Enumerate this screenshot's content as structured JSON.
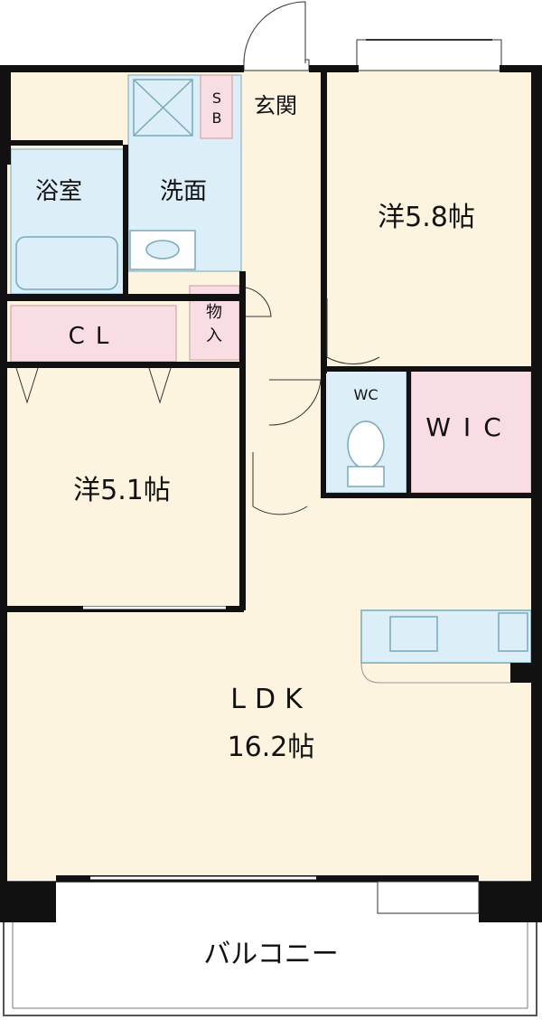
{
  "rooms": {
    "bath": "浴室",
    "washroom": "洗面",
    "shoebox": "SB",
    "entrance": "玄関",
    "western_room_1": "洋5.8帖",
    "closet": "CL",
    "storage": "物入",
    "toilet": "WC",
    "walk_in_closet": "WIC",
    "western_room_2": "洋5.1帖",
    "ldk_name": "LDK",
    "ldk_size": "16.2帖",
    "balcony": "バルコニー"
  },
  "colors": {
    "room_fill": "#fdf4df",
    "wet_area_fill": "#dceef8",
    "storage_fill": "#f8dde5",
    "wall": "#111111",
    "balcony_fill": "#ffffff"
  }
}
